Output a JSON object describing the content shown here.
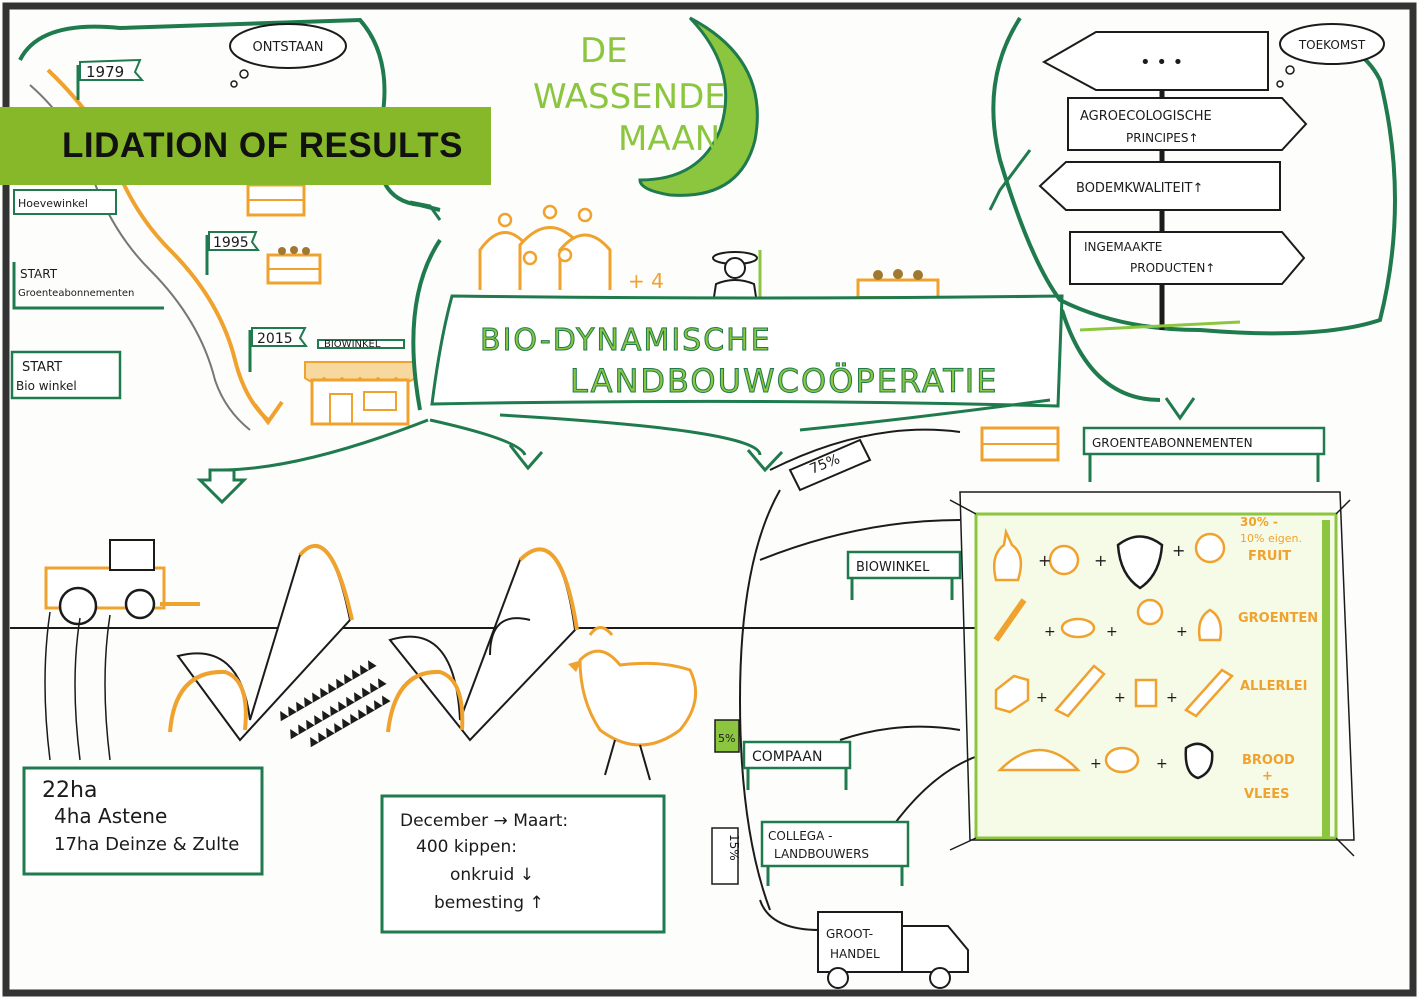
{
  "banner": {
    "title": "LIDATION OF RESULTS"
  },
  "logo": {
    "line1": "DE",
    "line2": "WASSENDE",
    "line3": "MAAN"
  },
  "history": {
    "bubble": "ONTSTAAN",
    "year1": "1979",
    "hoevewinkel": "Hoevewinkel",
    "start1_line1": "START",
    "start1_line2": "Groenteabonnementen",
    "year2": "1995",
    "year3": "2015",
    "biowinkel_sign": "BIOWINKEL",
    "start2_line1": "START",
    "start2_line2": "Bio winkel"
  },
  "center": {
    "plus4": "+ 4",
    "title_line1": "BIO-DYNAMISCHE",
    "title_line2": "LANDBOUWCOÖPERATIE"
  },
  "future": {
    "bubble": "TOEKOMST",
    "dots": "• • •",
    "sign1_line1": "AGROECOLOGISCHE",
    "sign1_line2": "PRINCIPES↑",
    "sign2": "BODEMKWALITEIT↑",
    "sign3_line1": "INGEMAAKTE",
    "sign3_line2": "PRODUCTEN↑"
  },
  "land": {
    "line1": "22ha",
    "line2": "4ha Astene",
    "line3": "17ha Deinze & Zulte"
  },
  "chickens": {
    "line1": "December → Maart:",
    "line2": "400 kippen:",
    "line3": "onkruid ↓",
    "line4": "bemesting ↑"
  },
  "distribution": {
    "pct75": "75%",
    "pct5": "5%",
    "pct15": "15%",
    "groenteabonnementen": "GROENTEABONNEMENTEN",
    "biowinkel": "BIOWINKEL",
    "compaan": "COMPAAN",
    "collega_line1": "COLLEGA -",
    "collega_line2": "LANDBOUWERS",
    "grothandel_line1": "GROOT-",
    "grothandel_line2": "HANDEL"
  },
  "box": {
    "fruit_line1": "30% -",
    "fruit_line2": "10% eigen.",
    "fruit_line3": "FRUIT",
    "groenten": "GROENTEN",
    "allerlei": "ALLERLEI",
    "brood1": "BROOD",
    "brood2": "+",
    "brood3": "VLEES"
  },
  "colors": {
    "green_dark": "#1f7a4d",
    "green_light": "#8cc63f",
    "orange": "#f0a22e",
    "ink": "#1b1b1b",
    "banner": "#86b829"
  }
}
